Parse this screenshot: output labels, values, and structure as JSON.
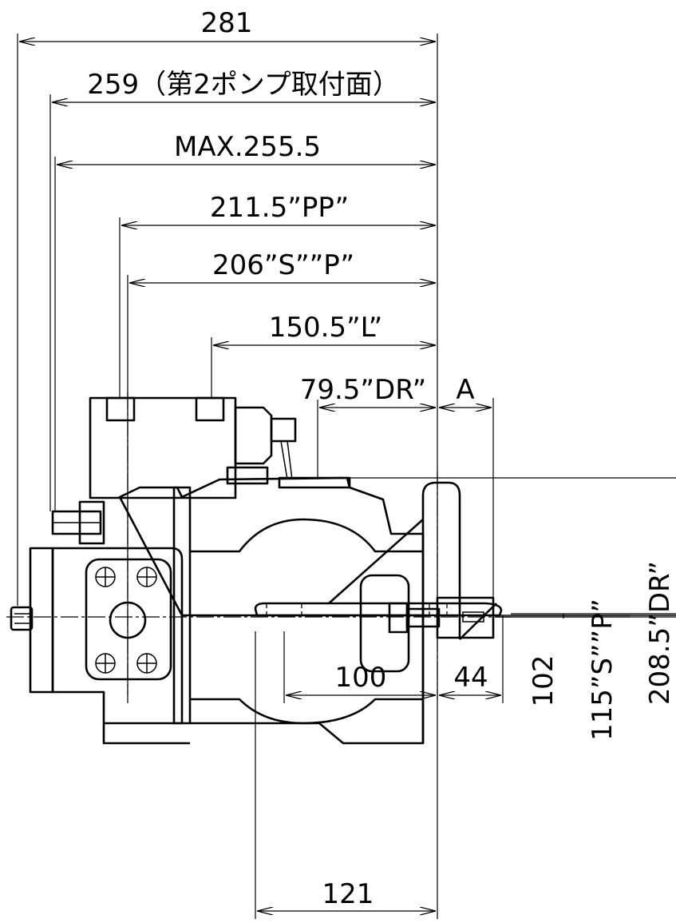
{
  "dimensions": {
    "overall_length": "281",
    "second_pump_mount": "259（第2ポンプ取付面）",
    "max_length": "MAX.255.5",
    "pp_port": "211.5”PP”",
    "s_p_port": "206”S””P”",
    "l_port": "150.5”L”",
    "dr_port": "79.5”DR”",
    "a_dim": "A",
    "base_width_100": "100",
    "base_offset_44": "44",
    "base_total_121": "121",
    "shaft_height_102": "102",
    "s_p_height": "115”S””P”",
    "dr_height": "208.5”DR”"
  }
}
